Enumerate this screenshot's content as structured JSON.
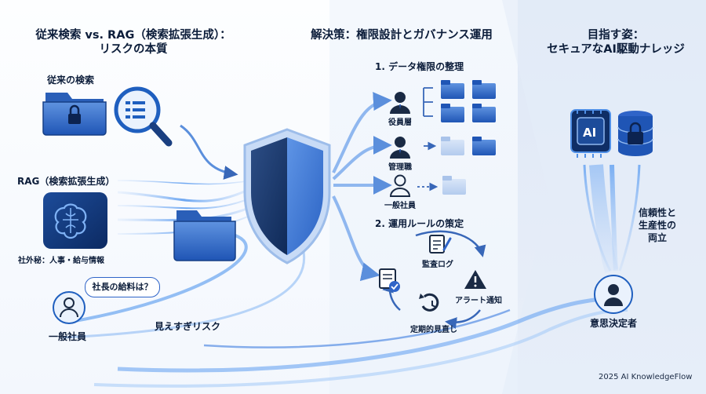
{
  "left_section": {
    "title_line1": "従来検索 vs. RAG（検索拡張生成）：",
    "title_line2": "リスクの本質",
    "traditional_label": "従来の検索",
    "rag_label": "RAG（検索拡張生成）",
    "secret_label": "社外秘：人事・給与情報",
    "question_bubble": "社長の給料は？",
    "user_label": "一般社員",
    "risk_label": "見えすぎリスク"
  },
  "middle_section": {
    "title": "解決策：権限設計とガバナンス運用",
    "step1_title": "1. データ権限の整理",
    "roles": [
      "役員層",
      "管理職",
      "一般社員"
    ],
    "step2_title": "2. 運用ルールの策定",
    "cycle_items": [
      "監査ログ",
      "アラート通知",
      "定期的見直し"
    ]
  },
  "right_section": {
    "title_line1": "目指す姿：",
    "title_line2": "セキュアなAI駆動ナレッジ",
    "ai_badge": "AI",
    "benefit_line1": "信頼性と",
    "benefit_line2": "生産性の",
    "benefit_line3": "両立",
    "decision_maker": "意思決定者"
  },
  "footer": {
    "credit": "2025 AI KnowledgeFlow"
  },
  "colors": {
    "primary": "#1f5fbf",
    "dark": "#0c1d3a",
    "light": "#8fb7ef",
    "alert": "#1a2a44"
  }
}
